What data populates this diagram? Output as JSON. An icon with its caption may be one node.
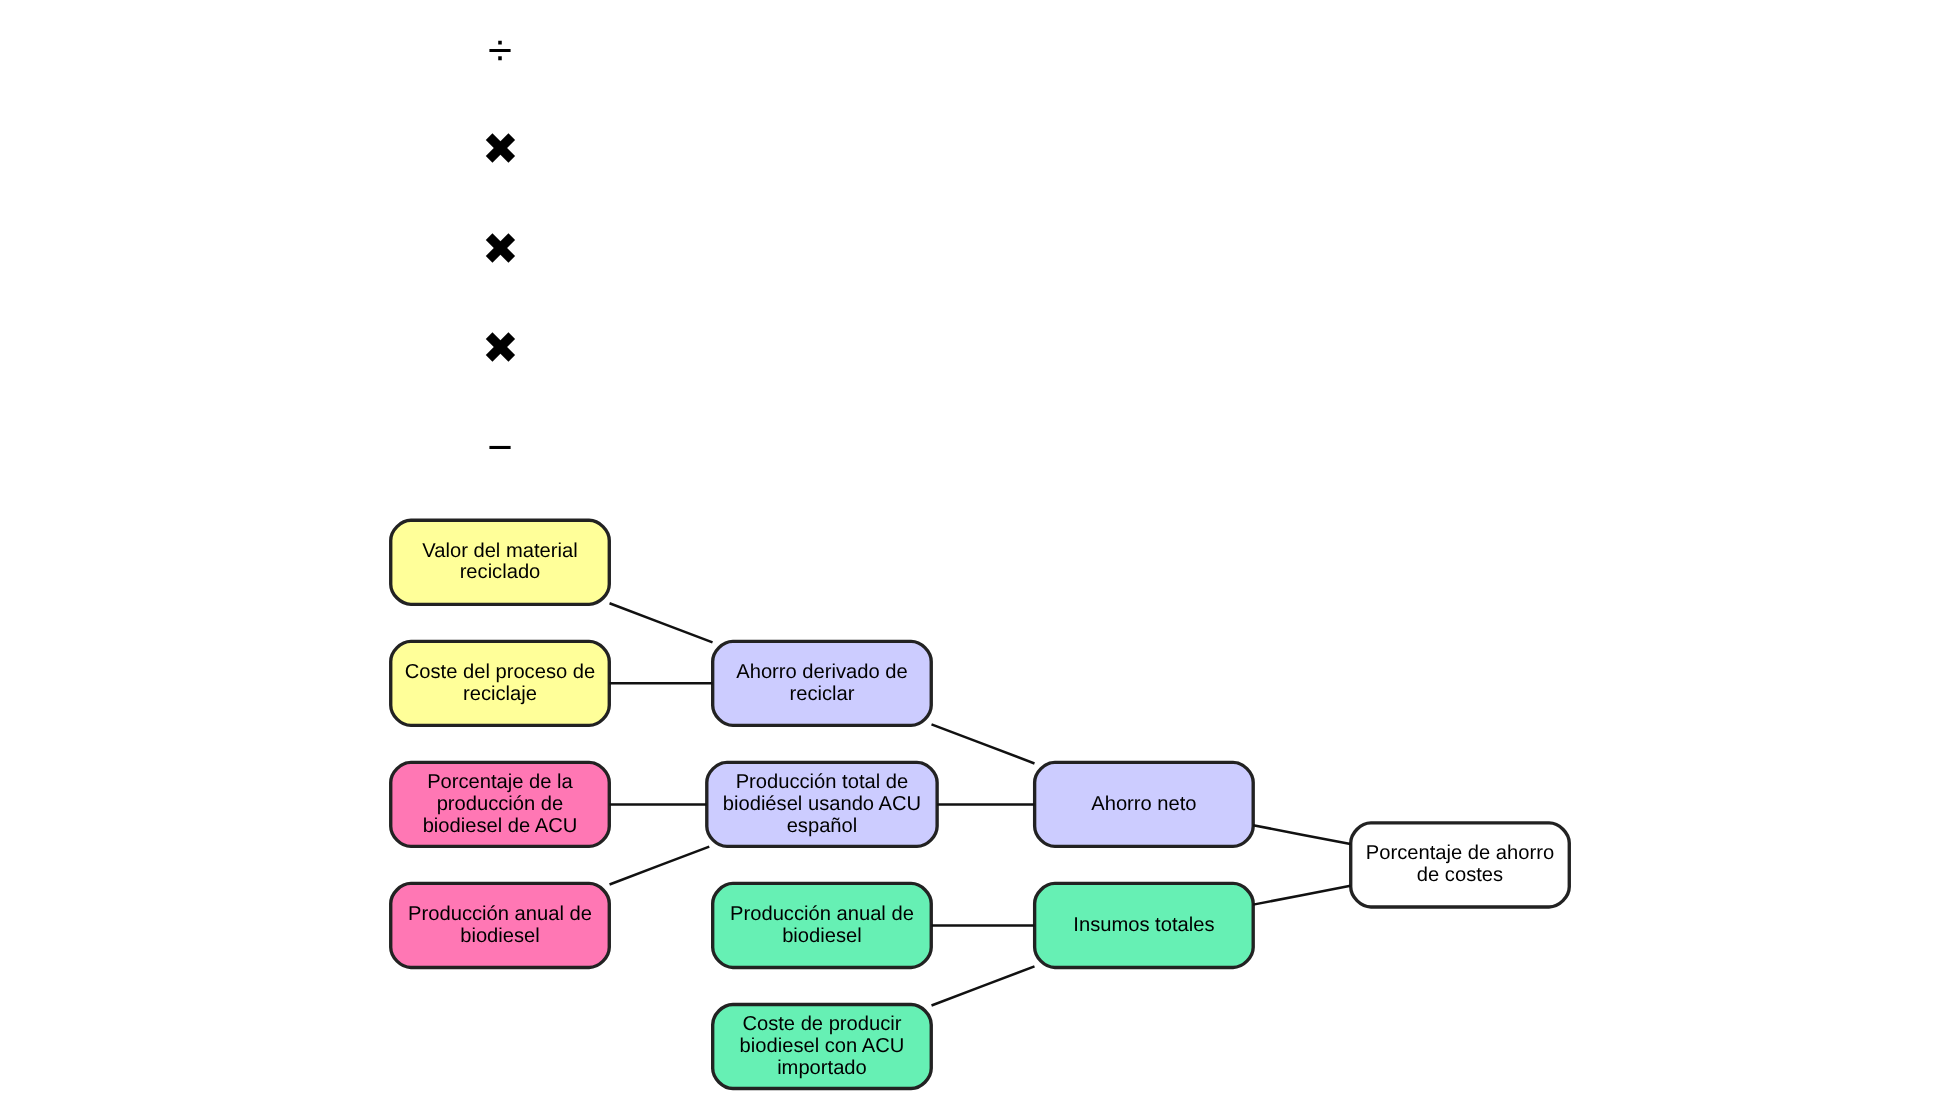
{
  "diagram": {
    "nodes": [
      {
        "text": [
          "Valor del material reciclado"
        ]
      },
      {
        "text": [
          "Coste del proceso de reciclaje"
        ]
      },
      {
        "text": [
          "Porcentaje de la producción de biodiesel de ACU"
        ]
      },
      {
        "text": [
          "Producción anual de biodiesel"
        ]
      },
      {
        "text": [
          "Producción anual de biodiesel"
        ]
      },
      {
        "text": [
          "Coste de producir biodiesel con ACU importado"
        ]
      },
      {
        "text": [
          "Ahorro derivado de reciclar"
        ]
      },
      {
        "text": [
          "Producción total de biodiésel usando ACU español"
        ]
      },
      {
        "text": [
          "Ahorro neto"
        ]
      },
      {
        "text": [
          "Insumos totales"
        ]
      },
      {
        "text": [
          "Porcentaje de ahorro de costes"
        ]
      }
    ],
    "edges": [
      {
        "from": 0,
        "to": 6,
        "arrow": "none"
      },
      {
        "from": 1,
        "to": 6,
        "arrow": "none"
      },
      {
        "from": 2,
        "to": 7,
        "arrow": "none"
      },
      {
        "from": 3,
        "to": 7,
        "arrow": "none"
      },
      {
        "from": 4,
        "to": 9,
        "arrow": "none"
      },
      {
        "from": 5,
        "to": 9,
        "arrow": "none"
      },
      {
        "from": 6,
        "to": 8,
        "arrow": "none"
      },
      {
        "from": 7,
        "to": 8,
        "arrow": "none"
      },
      {
        "from": 8,
        "to": 10,
        "arrow": "none"
      },
      {
        "from": 9,
        "to": 10,
        "arrow": "none"
      }
    ],
    "labels": [
      "−",
      "✖",
      "✖",
      "✖",
      "÷"
    ]
  }
}
